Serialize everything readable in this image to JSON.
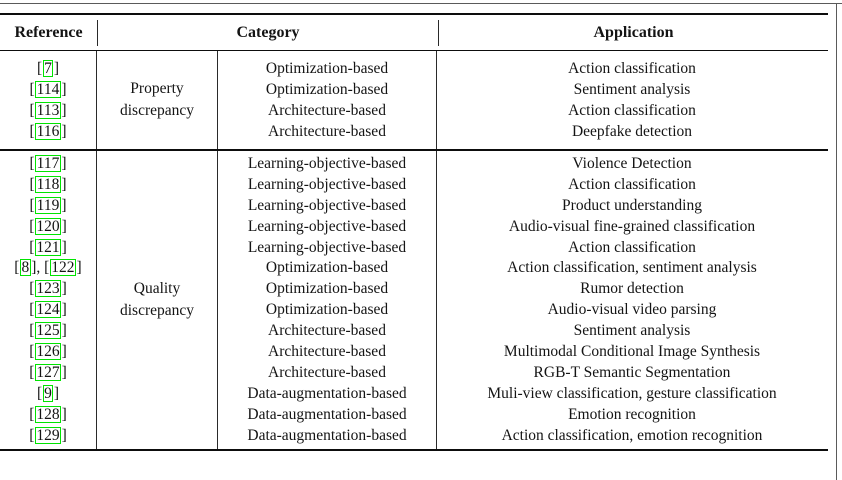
{
  "table": {
    "title_semantics": "survey-table-of-methods",
    "headers": {
      "reference": "Reference",
      "category": "Category",
      "application": "Application"
    },
    "link_box_color": "#00e400",
    "groups": [
      {
        "label_lines": [
          "Property",
          "discrepancy"
        ],
        "rows": [
          {
            "refs": [
              "7"
            ],
            "category": "Optimization-based",
            "application": "Action classification"
          },
          {
            "refs": [
              "114"
            ],
            "category": "Optimization-based",
            "application": "Sentiment analysis"
          },
          {
            "refs": [
              "113"
            ],
            "category": "Architecture-based",
            "application": "Action classification"
          },
          {
            "refs": [
              "116"
            ],
            "category": "Architecture-based",
            "application": "Deepfake detection"
          }
        ]
      },
      {
        "label_lines": [
          "Quality",
          "discrepancy"
        ],
        "rows": [
          {
            "refs": [
              "117"
            ],
            "category": "Learning-objective-based",
            "application": "Violence Detection"
          },
          {
            "refs": [
              "118"
            ],
            "category": "Learning-objective-based",
            "application": "Action classification"
          },
          {
            "refs": [
              "119"
            ],
            "category": "Learning-objective-based",
            "application": "Product understanding"
          },
          {
            "refs": [
              "120"
            ],
            "category": "Learning-objective-based",
            "application": "Audio-visual fine-grained classification"
          },
          {
            "refs": [
              "121"
            ],
            "category": "Learning-objective-based",
            "application": "Action classification"
          },
          {
            "refs": [
              "8",
              "122"
            ],
            "category": "Optimization-based",
            "application": "Action classification, sentiment analysis"
          },
          {
            "refs": [
              "123"
            ],
            "category": "Optimization-based",
            "application": "Rumor detection"
          },
          {
            "refs": [
              "124"
            ],
            "category": "Optimization-based",
            "application": "Audio-visual video parsing"
          },
          {
            "refs": [
              "125"
            ],
            "category": "Architecture-based",
            "application": "Sentiment analysis"
          },
          {
            "refs": [
              "126"
            ],
            "category": "Architecture-based",
            "application": "Multimodal Conditional Image Synthesis"
          },
          {
            "refs": [
              "127"
            ],
            "category": "Architecture-based",
            "application": "RGB-T Semantic Segmentation"
          },
          {
            "refs": [
              "9"
            ],
            "category": "Data-augmentation-based",
            "application": "Muli-view classification, gesture classification"
          },
          {
            "refs": [
              "128"
            ],
            "category": "Data-augmentation-based",
            "application": "Emotion recognition"
          },
          {
            "refs": [
              "129"
            ],
            "category": "Data-augmentation-based",
            "application": "Action classification, emotion recognition"
          }
        ]
      }
    ]
  }
}
